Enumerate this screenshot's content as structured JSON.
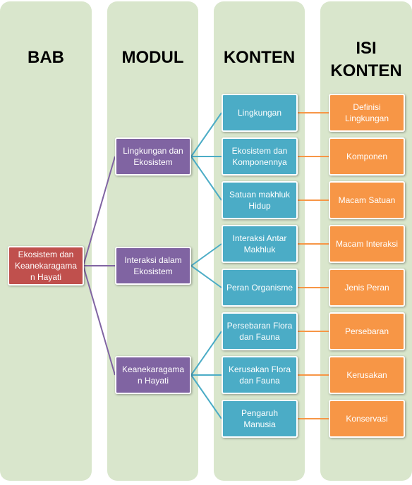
{
  "columns": {
    "bab": "BAB",
    "modul": "MODUL",
    "konten": "KONTEN",
    "isi_konten_line1": "ISI",
    "isi_konten_line2": "KONTEN"
  },
  "bab": {
    "label": "Ekosistem dan Keanekaragama n Hayati"
  },
  "modul": [
    {
      "label": "Lingkungan dan Ekosistem"
    },
    {
      "label": "Interaksi dalam Ekosistem"
    },
    {
      "label": "Keanekaragama n Hayati"
    }
  ],
  "konten": [
    {
      "label": "Lingkungan"
    },
    {
      "label": "Ekosistem dan Komponennya"
    },
    {
      "label": "Satuan makhluk Hidup"
    },
    {
      "label": "Interaksi Antar Makhluk"
    },
    {
      "label": "Peran Organisme"
    },
    {
      "label": "Persebaran Flora dan Fauna"
    },
    {
      "label": "Kerusakan Flora dan Fauna"
    },
    {
      "label": "Pengaruh Manusia"
    }
  ],
  "isi": [
    {
      "label": "Definisi Lingkungan"
    },
    {
      "label": "Komponen"
    },
    {
      "label": "Macam Satuan"
    },
    {
      "label": "Macam Interaksi"
    },
    {
      "label": "Jenis Peran"
    },
    {
      "label": "Persebaran"
    },
    {
      "label": "Kerusakan"
    },
    {
      "label": "Konservasi"
    }
  ],
  "colors": {
    "column_bg": "#d9e6cc",
    "bab": "#c0504d",
    "modul": "#8064a2",
    "konten": "#4bacc6",
    "isi": "#f79646",
    "link_modul": "#8064a2",
    "link_konten": "#4bacc6",
    "link_isi": "#f79646"
  }
}
